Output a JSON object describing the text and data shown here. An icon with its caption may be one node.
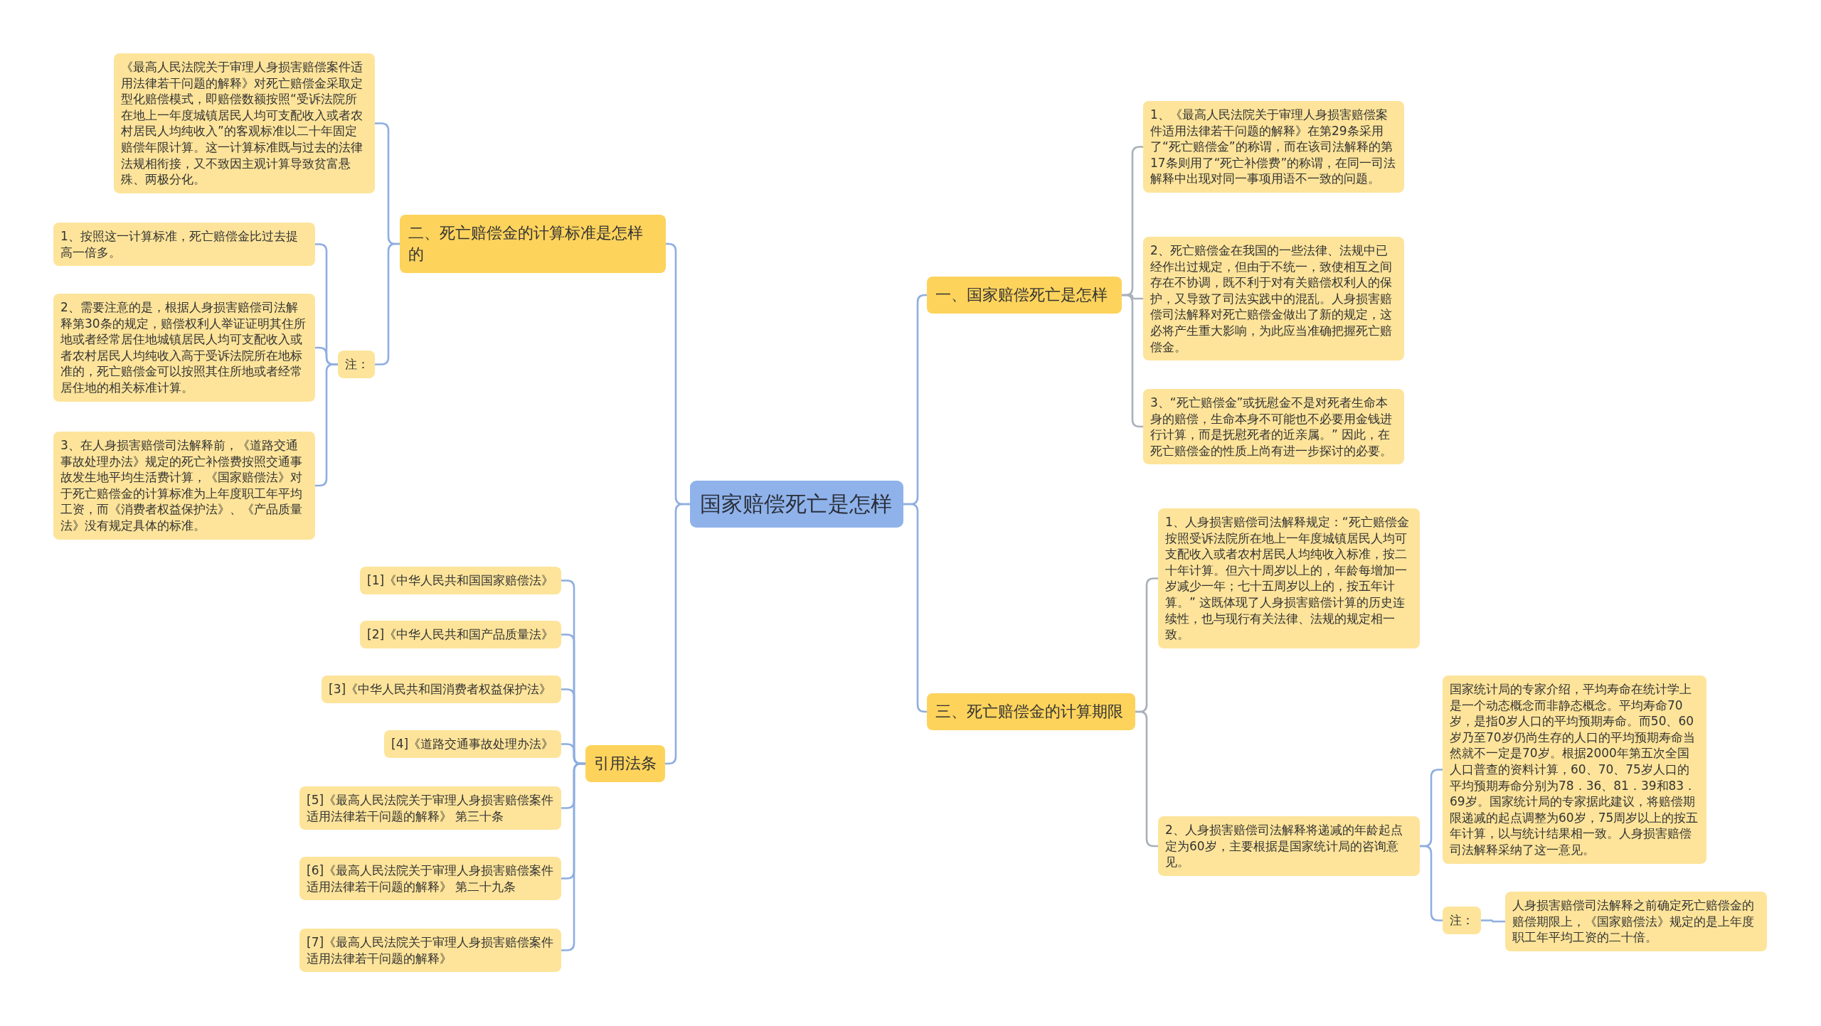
{
  "diagram": {
    "nodes": [
      {
        "text": [
          "国家赔偿死亡是怎样"
        ]
      },
      {
        "text": [
          "二、死亡赔偿金的计算标准是怎样的"
        ]
      },
      {
        "text": [
          "《最高人民法院关于审理人身损害赔偿案件适用法律若干问题的解释》对死亡赔偿金采取定型化赔偿模式，即赔偿数额按照“受诉法院所在地上一年度城镇居民人均可支配收入或者农村居民人均纯收入”的客观标准以二十年固定赔偿年限计算。这一计算标准既与过去的法律法规相衔接，又不致因主观计算导致贫富悬殊、两极分化。"
        ]
      },
      {
        "text": [
          "注："
        ]
      },
      {
        "text": [
          "1、按照这一计算标准，死亡赔偿金比过去提高一倍多。"
        ]
      },
      {
        "text": [
          "2、需要注意的是，根据人身损害赔偿司法解释第30条的规定，赔偿权利人举证证明其住所地或者经常居住地城镇居民人均可支配收入或者农村居民人均纯收入高于受诉法院所在地标准的，死亡赔偿金可以按照其住所地或者经常居住地的相关标准计算。"
        ]
      },
      {
        "text": [
          "3、在人身损害赔偿司法解释前，《道路交通事故处理办法》规定的死亡补偿费按照交通事故发生地平均生活费计算，《国家赔偿法》对于死亡赔偿金的计算标准为上年度职工年平均工资，而《消费者权益保护法》、《产品质量法》没有规定具体的标准。"
        ]
      },
      {
        "text": [
          "引用法条"
        ]
      },
      {
        "text": [
          "[1]《中华人民共和国国家赔偿法》"
        ]
      },
      {
        "text": [
          "[2]《中华人民共和国产品质量法》"
        ]
      },
      {
        "text": [
          "[3]《中华人民共和国消费者权益保护法》"
        ]
      },
      {
        "text": [
          "[4]《道路交通事故处理办法》"
        ]
      },
      {
        "text": [
          "[5]《最高人民法院关于审理人身损害赔偿案件适用法律若干问题的解释》 第三十条"
        ]
      },
      {
        "text": [
          "[6]《最高人民法院关于审理人身损害赔偿案件适用法律若干问题的解释》 第二十九条"
        ]
      },
      {
        "text": [
          "[7]《最高人民法院关于审理人身损害赔偿案件适用法律若干问题的解释》"
        ]
      },
      {
        "text": [
          "一、国家赔偿死亡是怎样"
        ]
      },
      {
        "text": [
          "1、《最高人民法院关于审理人身损害赔偿案件适用法律若干问题的解释》在第29条采用了“死亡赔偿金”的称谓，而在该司法解释的第17条则用了“死亡补偿费”的称谓，在同一司法解释中出现对同一事项用语不一致的问题。"
        ]
      },
      {
        "text": [
          "2、死亡赔偿金在我国的一些法律、法规中已经作出过规定，但由于不统一，致使相互之间存在不协调，既不利于对有关赔偿权利人的保护，又导致了司法实践中的混乱。人身损害赔偿司法解释对死亡赔偿金做出了新的规定，这必将产生重大影响，为此应当准确把握死亡赔偿金。"
        ]
      },
      {
        "text": [
          "3、“死亡赔偿金”或抚慰金不是对死者生命本身的赔偿，生命本身不可能也不必要用金钱进行计算，而是抚慰死者的近亲属。” 因此，在死亡赔偿金的性质上尚有进一步探讨的必要。"
        ]
      },
      {
        "text": [
          "三、死亡赔偿金的计算期限"
        ]
      },
      {
        "text": [
          "1、人身损害赔偿司法解释规定：“死亡赔偿金按照受诉法院所在地上一年度城镇居民人均可支配收入或者农村居民人均纯收入标准，按二十年计算。但六十周岁以上的，年龄每增加一岁减少一年；七十五周岁以上的，按五年计算。” 这既体现了人身损害赔偿计算的历史连续性，也与现行有关法律、法规的规定相一致。"
        ]
      },
      {
        "text": [
          "2、人身损害赔偿司法解释将递减的年龄起点定为60岁，主要根据是国家统计局的咨询意见。"
        ]
      },
      {
        "text": [
          "国家统计局的专家介绍，平均寿命在统计学上是一个动态概念而非静态概念。平均寿命70岁，是指0岁人口的平均预期寿命。而50、60岁乃至70岁仍尚生存的人口的平均预期寿命当然就不一定是70岁。根据2000年第五次全国人口普查的资料计算，60、70、75岁人口的平均预期寿命分别为78．36、81．39和83．69岁。国家统计局的专家据此建议，将赔偿期限递减的起点调整为60岁，75周岁以上的按五年计算，以与统计结果相一致。人身损害赔偿司法解释采纳了这一意见。"
        ]
      },
      {
        "text": [
          "注："
        ]
      },
      {
        "text": [
          "人身损害赔偿司法解释之前确定死亡赔偿金的赔偿期限上，《国家赔偿法》规定的是上年度职工年平均工资的二十倍。"
        ]
      }
    ],
    "edges": [
      {
        "from": 0,
        "to": 1,
        "arrow": "none"
      },
      {
        "from": 1,
        "to": 2,
        "arrow": "none"
      },
      {
        "from": 1,
        "to": 3,
        "arrow": "none"
      },
      {
        "from": 3,
        "to": 4,
        "arrow": "none"
      },
      {
        "from": 3,
        "to": 5,
        "arrow": "none"
      },
      {
        "from": 3,
        "to": 6,
        "arrow": "none"
      },
      {
        "from": 0,
        "to": 7,
        "arrow": "none"
      },
      {
        "from": 7,
        "to": 8,
        "arrow": "none"
      },
      {
        "from": 7,
        "to": 9,
        "arrow": "none"
      },
      {
        "from": 7,
        "to": 10,
        "arrow": "none"
      },
      {
        "from": 7,
        "to": 11,
        "arrow": "none"
      },
      {
        "from": 7,
        "to": 12,
        "arrow": "none"
      },
      {
        "from": 7,
        "to": 13,
        "arrow": "none"
      },
      {
        "from": 7,
        "to": 14,
        "arrow": "none"
      },
      {
        "from": 0,
        "to": 15,
        "arrow": "none"
      },
      {
        "from": 15,
        "to": 16,
        "arrow": "none",
        "color": "#a9b0ba"
      },
      {
        "from": 15,
        "to": 17,
        "arrow": "none",
        "color": "#a9b0ba"
      },
      {
        "from": 15,
        "to": 18,
        "arrow": "none",
        "color": "#a9b0ba"
      },
      {
        "from": 0,
        "to": 19,
        "arrow": "none"
      },
      {
        "from": 19,
        "to": 20,
        "arrow": "none",
        "color": "#a9b0ba"
      },
      {
        "from": 19,
        "to": 21,
        "arrow": "none",
        "color": "#a9b0ba"
      },
      {
        "from": 21,
        "to": 22,
        "arrow": "none"
      },
      {
        "from": 21,
        "to": 23,
        "arrow": "none"
      },
      {
        "from": 23,
        "to": 24,
        "arrow": "none"
      }
    ]
  }
}
